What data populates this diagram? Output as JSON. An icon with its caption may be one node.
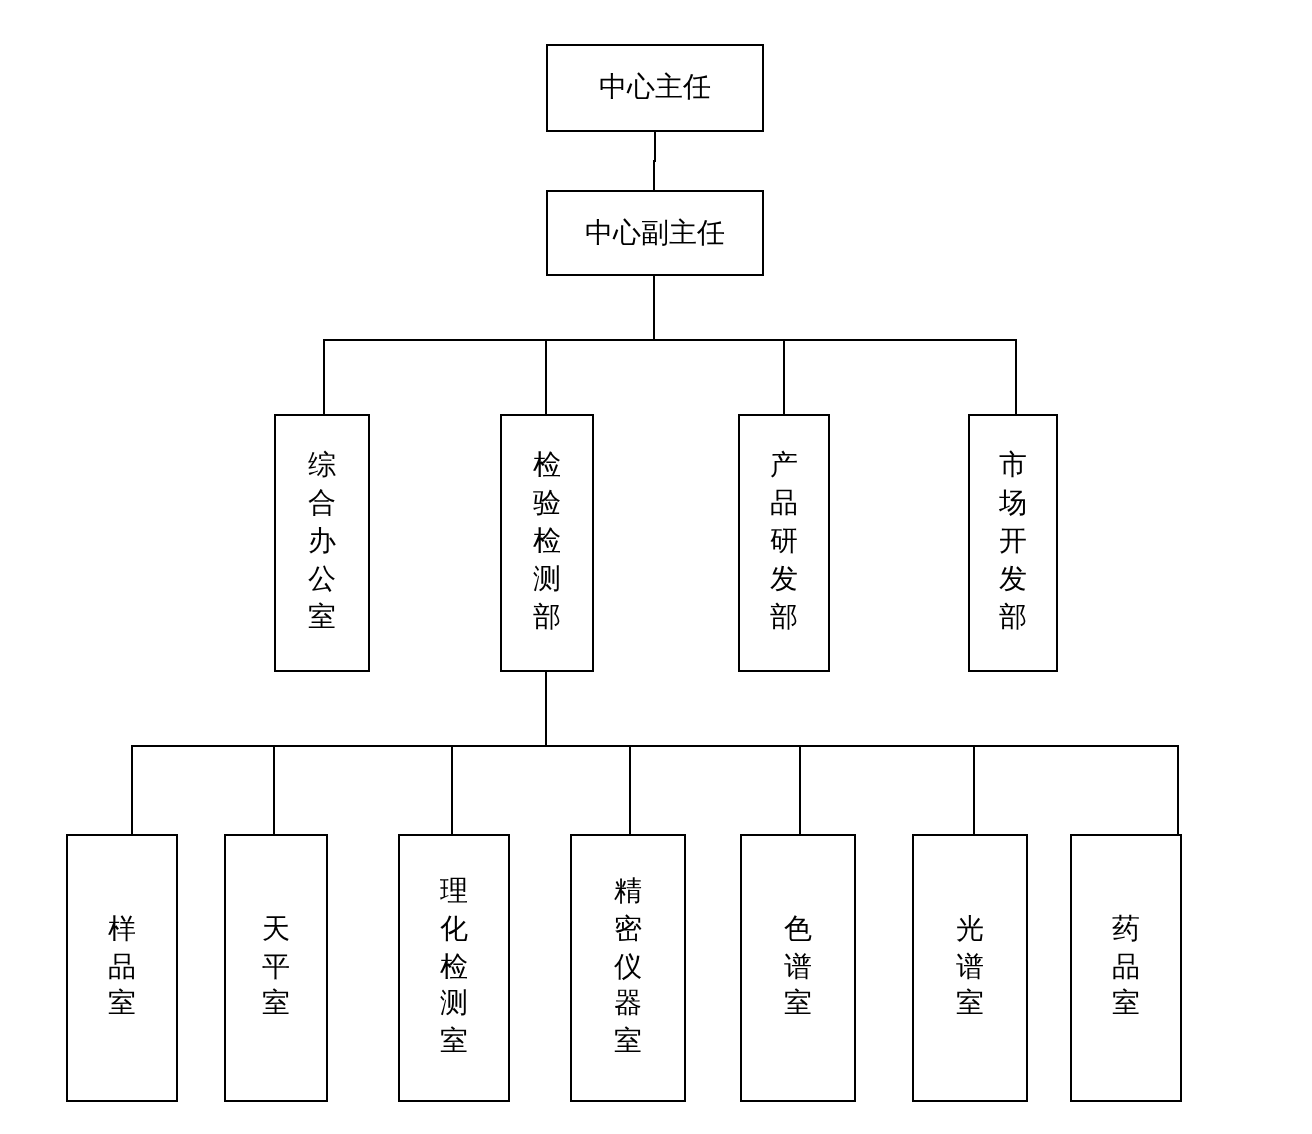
{
  "diagram": {
    "nodes": [
      {
        "text": [
          "中心主任"
        ]
      },
      {
        "text": [
          "中心副主任"
        ]
      },
      {
        "text": [
          "综合办公室"
        ]
      },
      {
        "text": [
          "检验检测部"
        ]
      },
      {
        "text": [
          "产品研发部"
        ]
      },
      {
        "text": [
          "市场开发部"
        ]
      },
      {
        "text": [
          "样品室"
        ]
      },
      {
        "text": [
          "天平室"
        ]
      },
      {
        "text": [
          "理化检测室"
        ]
      },
      {
        "text": [
          "精密仪器室"
        ]
      },
      {
        "text": [
          "色谱室"
        ]
      },
      {
        "text": [
          "光谱室"
        ]
      },
      {
        "text": [
          "药品室"
        ]
      }
    ],
    "edges": [
      {
        "from": 0,
        "to": 1,
        "arrow": "none"
      },
      {
        "from": 1,
        "to": 2,
        "arrow": "none"
      },
      {
        "from": 1,
        "to": 3,
        "arrow": "none"
      },
      {
        "from": 1,
        "to": 4,
        "arrow": "none"
      },
      {
        "from": 1,
        "to": 5,
        "arrow": "none"
      },
      {
        "from": 3,
        "to": 6,
        "arrow": "none"
      },
      {
        "from": 3,
        "to": 7,
        "arrow": "none"
      },
      {
        "from": 3,
        "to": 8,
        "arrow": "none"
      },
      {
        "from": 3,
        "to": 9,
        "arrow": "none"
      },
      {
        "from": 3,
        "to": 10,
        "arrow": "none"
      },
      {
        "from": 3,
        "to": 11,
        "arrow": "none"
      },
      {
        "from": 3,
        "to": 12,
        "arrow": "none"
      }
    ]
  }
}
